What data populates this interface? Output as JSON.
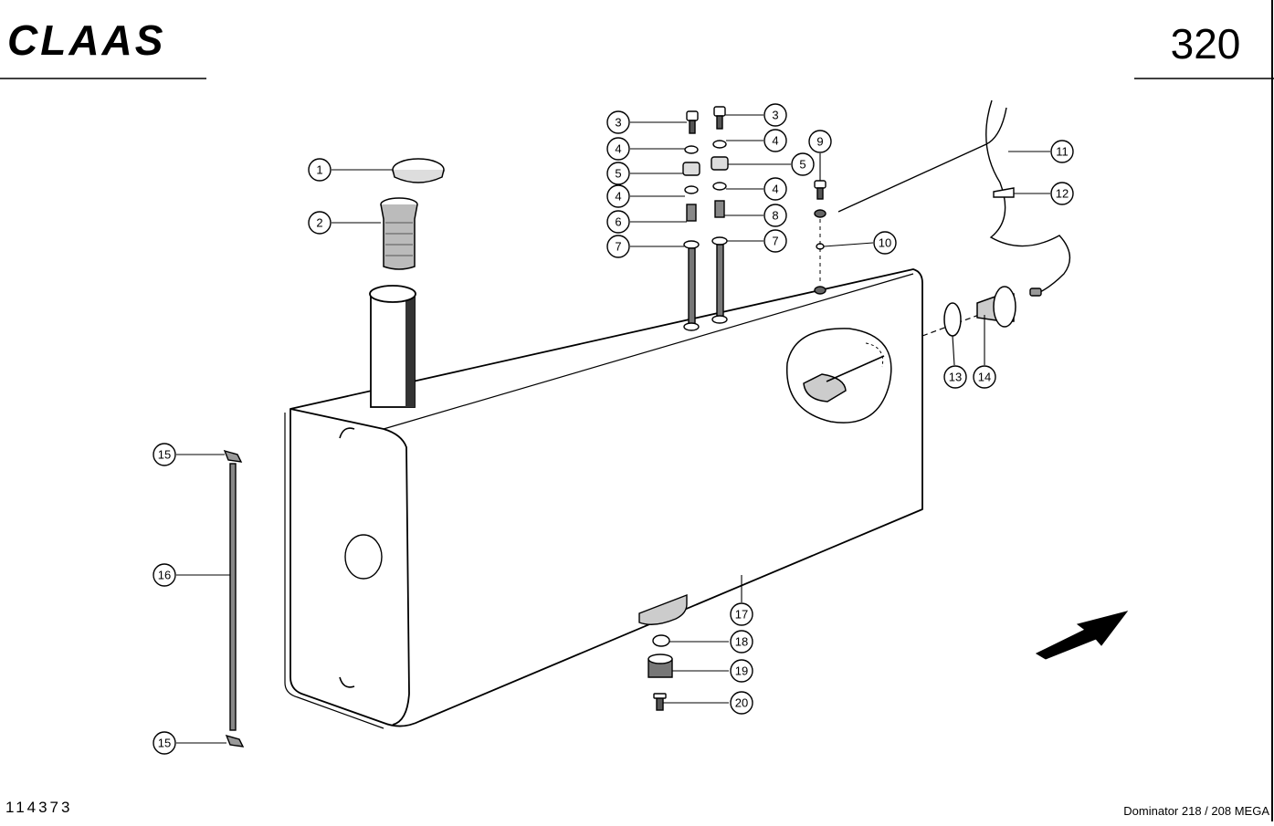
{
  "header": {
    "brand": "CLAAS",
    "page_number": "320"
  },
  "footer": {
    "drawing_number": "114373",
    "model": "Dominator 218 / 208 MEGA"
  },
  "callouts": [
    {
      "id": "c1",
      "label": "1"
    },
    {
      "id": "c2",
      "label": "2"
    },
    {
      "id": "c3a",
      "label": "3"
    },
    {
      "id": "c3b",
      "label": "3"
    },
    {
      "id": "c4a",
      "label": "4"
    },
    {
      "id": "c4b",
      "label": "4"
    },
    {
      "id": "c4c",
      "label": "4"
    },
    {
      "id": "c4d",
      "label": "4"
    },
    {
      "id": "c5a",
      "label": "5"
    },
    {
      "id": "c5b",
      "label": "5"
    },
    {
      "id": "c6",
      "label": "6"
    },
    {
      "id": "c7a",
      "label": "7"
    },
    {
      "id": "c7b",
      "label": "7"
    },
    {
      "id": "c8",
      "label": "8"
    },
    {
      "id": "c9",
      "label": "9"
    },
    {
      "id": "c10",
      "label": "10"
    },
    {
      "id": "c11",
      "label": "11"
    },
    {
      "id": "c12",
      "label": "12"
    },
    {
      "id": "c13",
      "label": "13"
    },
    {
      "id": "c14",
      "label": "14"
    },
    {
      "id": "c15a",
      "label": "15"
    },
    {
      "id": "c15b",
      "label": "15"
    },
    {
      "id": "c16",
      "label": "16"
    },
    {
      "id": "c17",
      "label": "17"
    },
    {
      "id": "c18",
      "label": "18"
    },
    {
      "id": "c19",
      "label": "19"
    },
    {
      "id": "c20",
      "label": "20"
    }
  ]
}
